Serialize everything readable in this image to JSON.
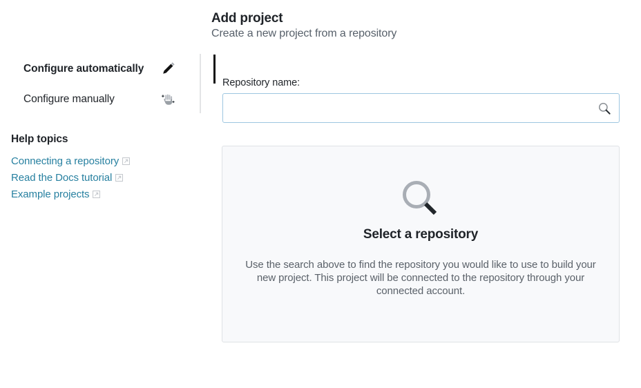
{
  "header": {
    "title": "Add project",
    "subtitle": "Create a new project from a repository"
  },
  "sidebar": {
    "nav_items": [
      {
        "label": "Configure automatically",
        "icon": "pencil-icon",
        "active": true
      },
      {
        "label": "Configure manually",
        "icon": "hand-sparkle-icon",
        "active": false
      }
    ],
    "help": {
      "title": "Help topics",
      "links": [
        {
          "label": "Connecting a repository",
          "icon": "external-link-icon"
        },
        {
          "label": "Read the Docs tutorial",
          "icon": "external-link-icon"
        },
        {
          "label": "Example projects",
          "icon": "external-link-icon"
        }
      ]
    }
  },
  "form": {
    "repository_label": "Repository name:",
    "search_value": "",
    "search_placeholder": "",
    "search_icon": "search-icon"
  },
  "empty_state": {
    "icon": "search-icon",
    "title": "Select a repository",
    "description": "Use the search above to find the repository you would like to use to build your new project. This project will be connected to the repository through your connected account."
  },
  "colors": {
    "link": "#2780a0",
    "input_border": "#9dc6e0",
    "panel_bg": "#f8f9fb",
    "panel_border": "#dfe2e5",
    "active_bar": "#101010",
    "text": "#1f2328",
    "muted_text": "#57606a"
  }
}
